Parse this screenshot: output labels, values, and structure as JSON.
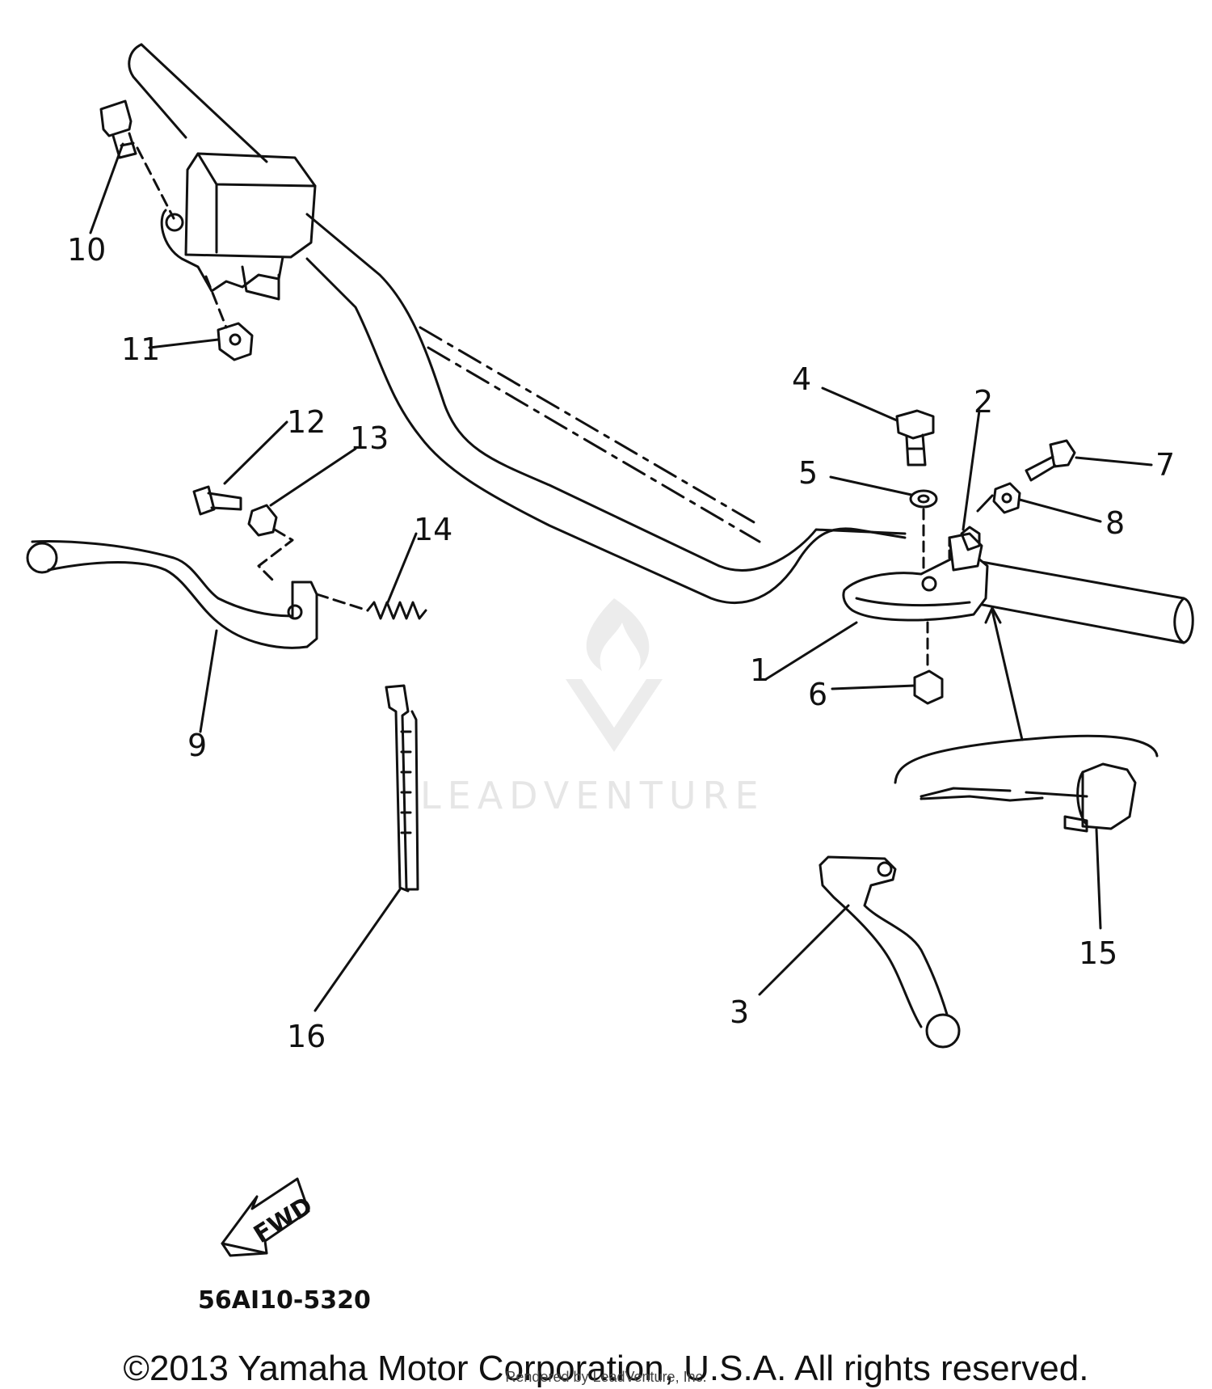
{
  "callouts": [
    "1",
    "2",
    "3",
    "4",
    "5",
    "6",
    "7",
    "8",
    "9",
    "10",
    "11",
    "12",
    "13",
    "14",
    "15",
    "16"
  ],
  "part_code": "56AI10-5320",
  "fwd_label": "FWD",
  "watermark": "LEADVENTURE",
  "copyright": "©2013 Yamaha Motor Corporation, U.S.A. All rights reserved.",
  "rendered_by": "Rendered by LeadVenture, Inc.",
  "colors": {
    "ink": "#111111",
    "watermark": "#e6e6e6",
    "background": "#ffffff"
  }
}
